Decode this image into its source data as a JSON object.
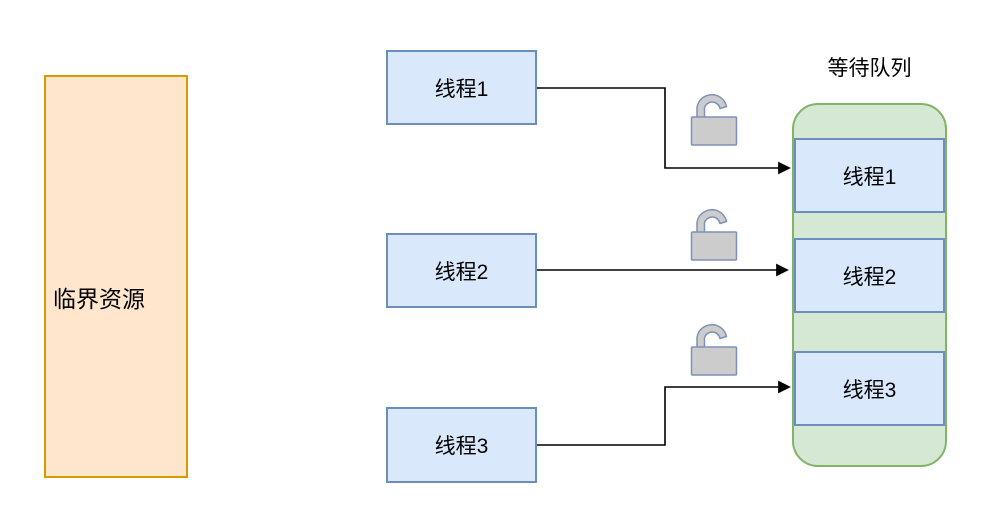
{
  "colors": {
    "resource-fill": "#ffe6cc",
    "resource-stroke": "#d79b00",
    "thread-fill": "#dae8fc",
    "thread-stroke": "#6c8ebf",
    "queue-fill": "#d5e8d4",
    "queue-stroke": "#82b366",
    "lock-fill": "#cccccc",
    "lock-stroke": "#7e91b8",
    "arrow": "#000000",
    "text": "#000000"
  },
  "resource": {
    "label": "临界资源"
  },
  "threads": [
    {
      "label": "线程1"
    },
    {
      "label": "线程2"
    },
    {
      "label": "线程3"
    }
  ],
  "queue": {
    "title": "等待队列",
    "items": [
      {
        "label": "线程1"
      },
      {
        "label": "线程2"
      },
      {
        "label": "线程3"
      }
    ]
  },
  "locks": [
    {
      "icon": "unlock-icon"
    },
    {
      "icon": "unlock-icon"
    },
    {
      "icon": "unlock-icon"
    }
  ]
}
